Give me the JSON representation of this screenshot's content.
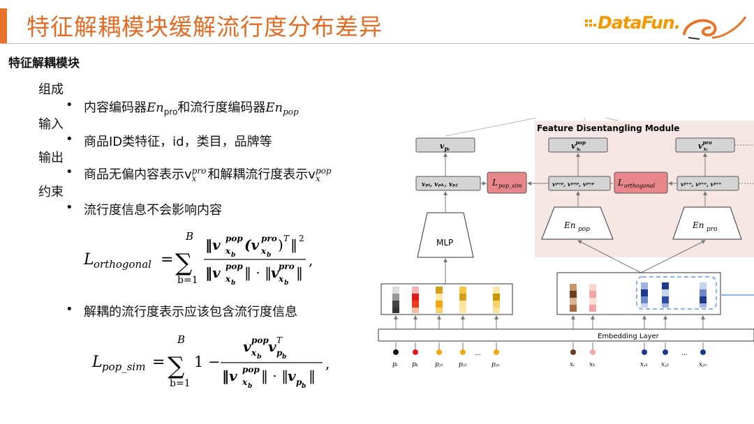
{
  "header": {
    "title": "特征解耦模块缓解流行度分布差异",
    "logo": "DataFun."
  },
  "subheading": "特征解耦模块",
  "sections": {
    "composition": {
      "label": "组成",
      "item_prefix": "内容编码器",
      "item_mid": "和流行度编码器",
      "en": "En",
      "pro": "pro",
      "pop": "pop"
    },
    "input": {
      "label": "输入",
      "item": "商品ID类特征，id，类目，品牌等"
    },
    "output": {
      "label": "输出",
      "item_prefix": "商品无偏内容表示v",
      "item_mid": "和解耦流行度表示v",
      "sup_pro": "pro",
      "sup_pop": "pop",
      "sub_x": "x"
    },
    "constraint": {
      "label": "约束",
      "item1": "流行度信息不会影响内容",
      "item2": "解耦的流行度表示应该包含流行度信息"
    }
  },
  "formulas": {
    "orthogonal": {
      "lhs": "L",
      "lhs_sub": "orthogonal",
      "sum_top": "B",
      "sum_bottom": "b=1",
      "numerator": "‖v(v)ᵀ‖²",
      "exp": "2",
      "T": "T"
    },
    "pop_sim": {
      "lhs": "L",
      "lhs_sub": "pop_sim",
      "sum_top": "B",
      "sum_bottom": "b=1",
      "one_minus": "1 −",
      "T": "T"
    }
  },
  "diagram": {
    "module_title": "Feature Disentangling Module",
    "mlp": "MLP",
    "en_pop": "En",
    "en_pop_sub": "pop",
    "en_pro": "En",
    "en_pro_sub": "pro",
    "l_pop_sim": "L",
    "l_pop_sim_sub": "pop_sim",
    "l_orth": "L",
    "l_orth_sub": "orthogonal",
    "embedding_layer": "Embedding Layer",
    "v_p": "v",
    "v_p_sub": "pᵢ",
    "v_pop": "v",
    "v_pop_sup": "pop",
    "v_pop_sub": "xᵢ",
    "v_pro": "v",
    "v_pro_sup": "pro",
    "v_pro_sub": "xᵢ",
    "triple_p": "vₚᵢ, vₚₖ, vₚⱼ",
    "triple_pop": "vpop, vpop, vpop",
    "triple_pro": "vpro, vpro, vpro",
    "inputs_left": [
      "pᵢ",
      "pₖ",
      "pⱼ₁",
      "pⱼ₂",
      "…",
      "pⱼₙ"
    ],
    "inputs_right": [
      "xᵢ",
      "xₖ",
      "xⱼ₁",
      "xⱼ₂",
      "…",
      "xⱼₙ"
    ],
    "colors": {
      "orange": "#f39800",
      "pink_bg": "#f6e7e5",
      "loss_box": "#e8878b",
      "navy": "#1f3a8a",
      "brown": "#a86a3c"
    }
  }
}
